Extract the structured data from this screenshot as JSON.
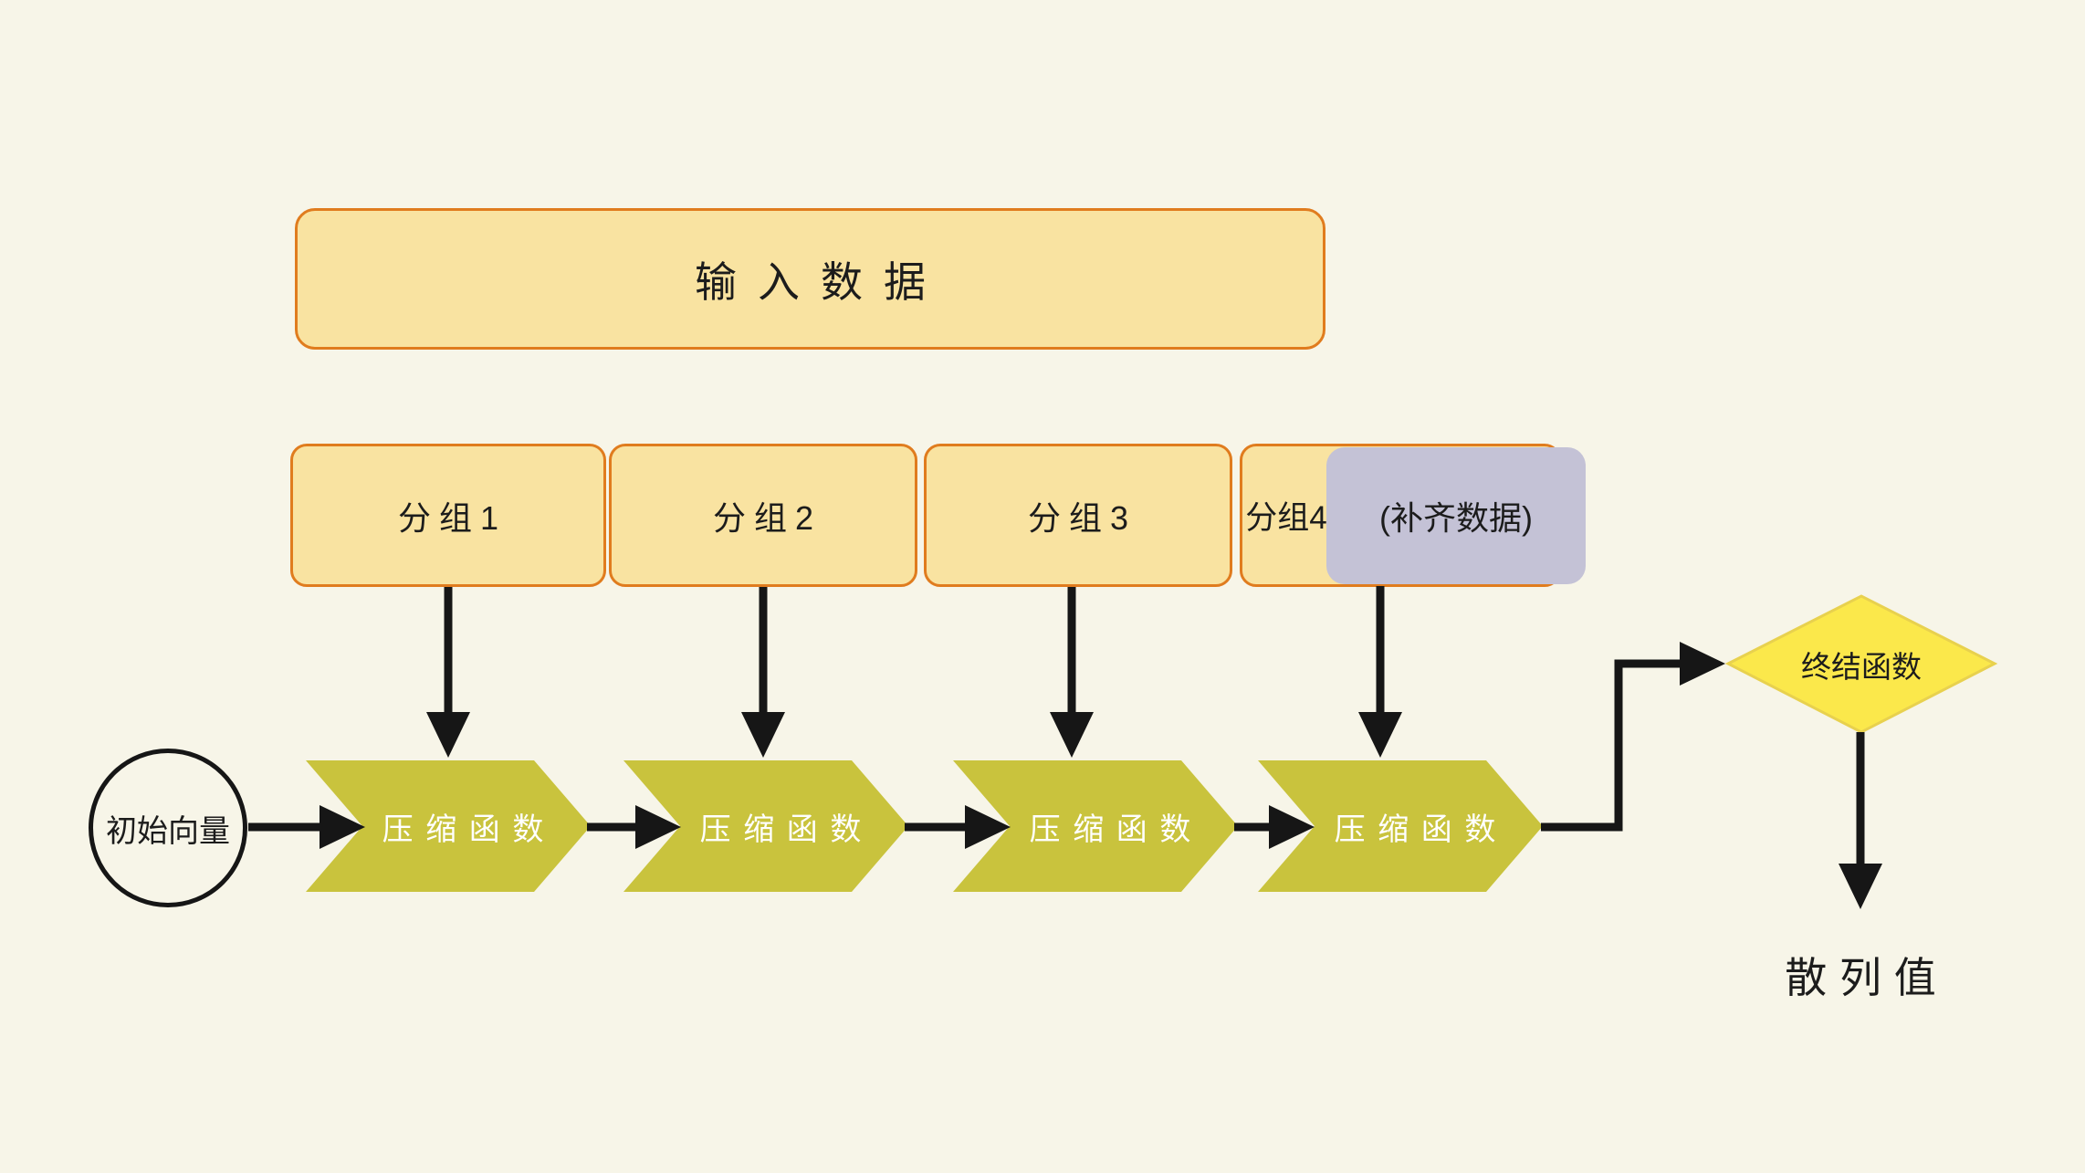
{
  "diagram": {
    "title_box": {
      "label": "输入数据"
    },
    "groups": [
      {
        "label": "分组1"
      },
      {
        "label": "分组2"
      },
      {
        "label": "分组3"
      },
      {
        "label": "分组4"
      }
    ],
    "padding_box": {
      "label": "(补齐数据)"
    },
    "initial_vector": {
      "label": "初始向量"
    },
    "compression_functions": [
      {
        "label": "压缩函数"
      },
      {
        "label": "压缩函数"
      },
      {
        "label": "压缩函数"
      },
      {
        "label": "压缩函数"
      }
    ],
    "final_function": {
      "label": "终结函数"
    },
    "hash_value": {
      "label": "散列值"
    },
    "colors": {
      "background": "#f7f5e8",
      "block_fill": "#f9e3a1",
      "block_border": "#e07c1e",
      "padding_fill": "#c4c2d6",
      "chevron_fill": "#c9c33d",
      "diamond_fill": "#fbe84b",
      "diamond_border": "#e8d14e",
      "connector": "#161616",
      "text": "#1c1c1c",
      "chevron_text": "#ffffff"
    }
  }
}
